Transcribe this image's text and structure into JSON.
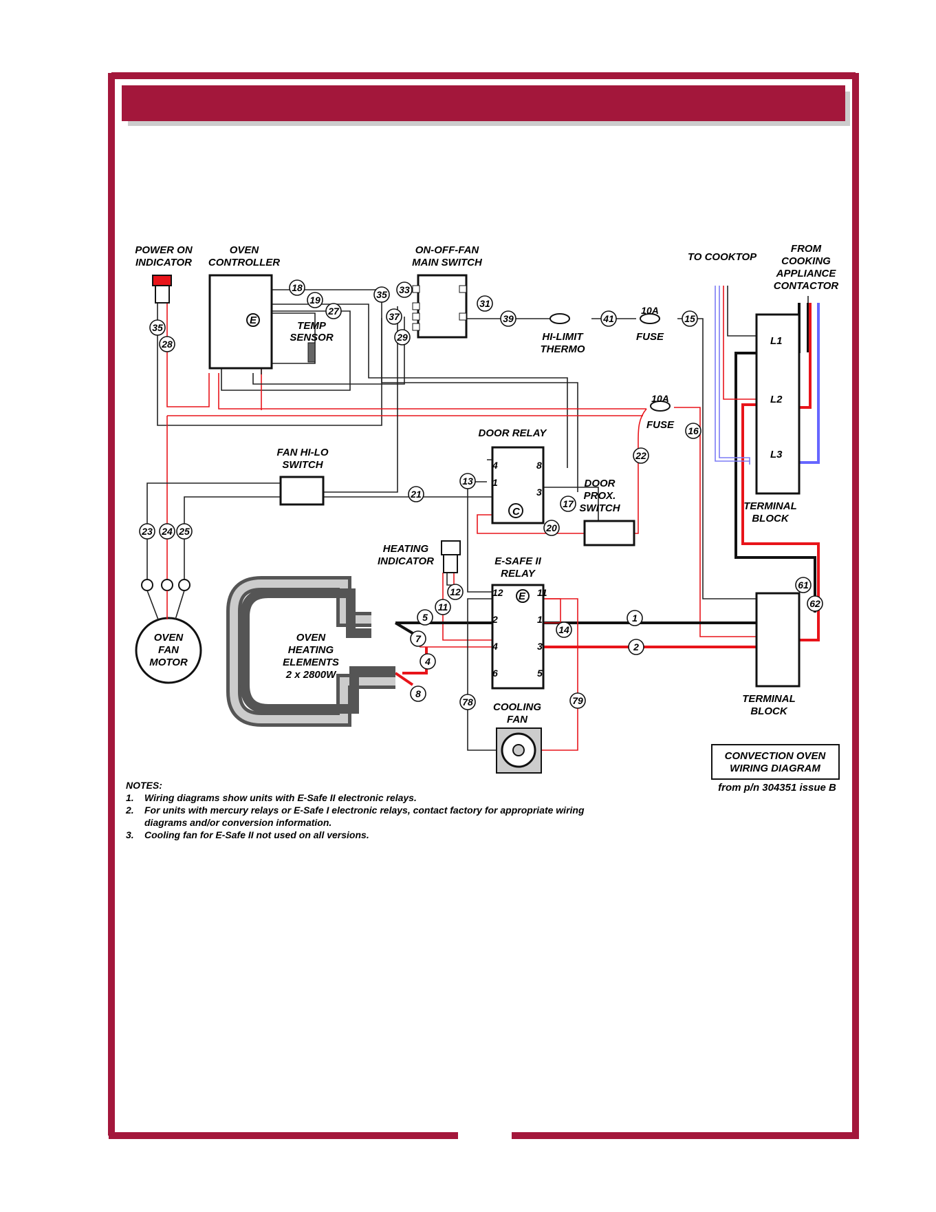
{
  "colors": {
    "frame": "#a3173b",
    "red_wire": "#e8141a",
    "black_wire": "#111111",
    "blue_wire": "#6666ff"
  },
  "labels": {
    "power_on_indicator": [
      "POWER ON",
      "INDICATOR"
    ],
    "oven_controller": [
      "OVEN",
      "CONTROLLER"
    ],
    "temp_sensor": [
      "TEMP",
      "SENSOR"
    ],
    "main_switch": [
      "ON-OFF-FAN",
      "MAIN SWITCH"
    ],
    "hi_limit": [
      "HI-LIMIT",
      "THERMO"
    ],
    "fuse": "FUSE",
    "fuse_rating": "10A",
    "to_cooktop": "TO COOKTOP",
    "from_contactor": [
      "FROM",
      "COOKING",
      "APPLIANCE",
      "CONTACTOR"
    ],
    "door_relay": "DOOR RELAY",
    "fan_hilo": [
      "FAN HI-LO",
      "SWITCH"
    ],
    "door_prox": [
      "DOOR",
      "PROX.",
      "SWITCH"
    ],
    "terminal_block": [
      "TERMINAL",
      "BLOCK"
    ],
    "heating_indicator": [
      "HEATING",
      "INDICATOR"
    ],
    "esafe_relay": [
      "E-SAFE II",
      "RELAY"
    ],
    "oven_fan_motor": [
      "OVEN",
      "FAN",
      "MOTOR"
    ],
    "heating_elements": [
      "OVEN",
      "HEATING",
      "ELEMENTS",
      "2 x 2800W"
    ],
    "cooling_fan": [
      "COOLING",
      "FAN"
    ],
    "title_box": [
      "CONVECTION OVEN",
      "WIRING DIAGRAM"
    ],
    "part_number": "from p/n 304351 issue B",
    "L1": "L1",
    "L2": "L2",
    "L3": "L3",
    "E": "E",
    "C": "C"
  },
  "relay_pins": {
    "door": [
      "4",
      "1",
      "8",
      "3"
    ],
    "esafe": [
      "12",
      "2",
      "4",
      "6",
      "11",
      "1",
      "3",
      "5"
    ]
  },
  "notes": {
    "heading": "NOTES:",
    "items": [
      {
        "n": "1.",
        "text": "Wiring diagrams show units with E-Safe II electronic relays."
      },
      {
        "n": "2.",
        "text": "For units with mercury relays or E-Safe I electronic relays, contact factory for appropriate wiring"
      },
      {
        "n": "",
        "text": "diagrams and/or conversion information."
      },
      {
        "n": "3.",
        "text": "Cooling fan for E-Safe II not used on all versions."
      }
    ]
  },
  "wire_numbers": [
    "35",
    "28",
    "18",
    "19",
    "27",
    "35",
    "37",
    "29",
    "33",
    "31",
    "39",
    "41",
    "15",
    "16",
    "22",
    "13",
    "21",
    "17",
    "20",
    "23",
    "24",
    "25",
    "12",
    "11",
    "5",
    "7",
    "4",
    "8",
    "14",
    "1",
    "2",
    "78",
    "79",
    "61",
    "62"
  ]
}
